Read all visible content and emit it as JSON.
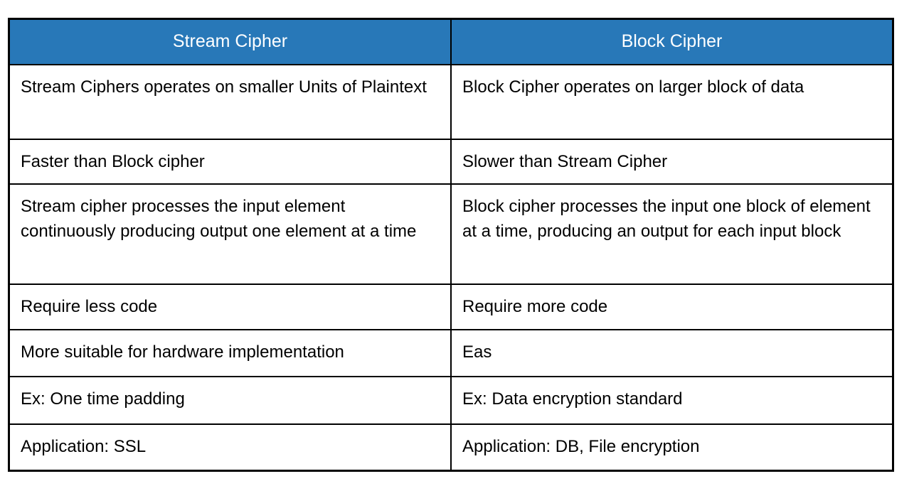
{
  "page": {
    "background_color": "#ffffff",
    "description": "Comparison table of Stream Cipher vs Block Cipher"
  },
  "table": {
    "border_color": "#000000",
    "header": {
      "background_color": "#2878b8",
      "text_color": "#ffffff",
      "columns": [
        "Stream Cipher",
        "Block Cipher"
      ]
    },
    "rows": [
      [
        "Stream Ciphers operates on smaller Units of Plaintext",
        "Block Cipher operates on larger block of data"
      ],
      [
        "Faster than Block cipher",
        "Slower than Stream Cipher"
      ],
      [
        "Stream cipher processes the input element continuously producing output one element at a time",
        "Block cipher processes the input one block of element at a time, producing an output for each input block"
      ],
      [
        "Require less code",
        "Require more code"
      ],
      [
        "More suitable for hardware implementation",
        "Eas"
      ],
      [
        "Ex: One time padding",
        "Ex: Data encryption standard"
      ],
      [
        "Application: SSL",
        "Application: DB, File encryption"
      ]
    ]
  }
}
